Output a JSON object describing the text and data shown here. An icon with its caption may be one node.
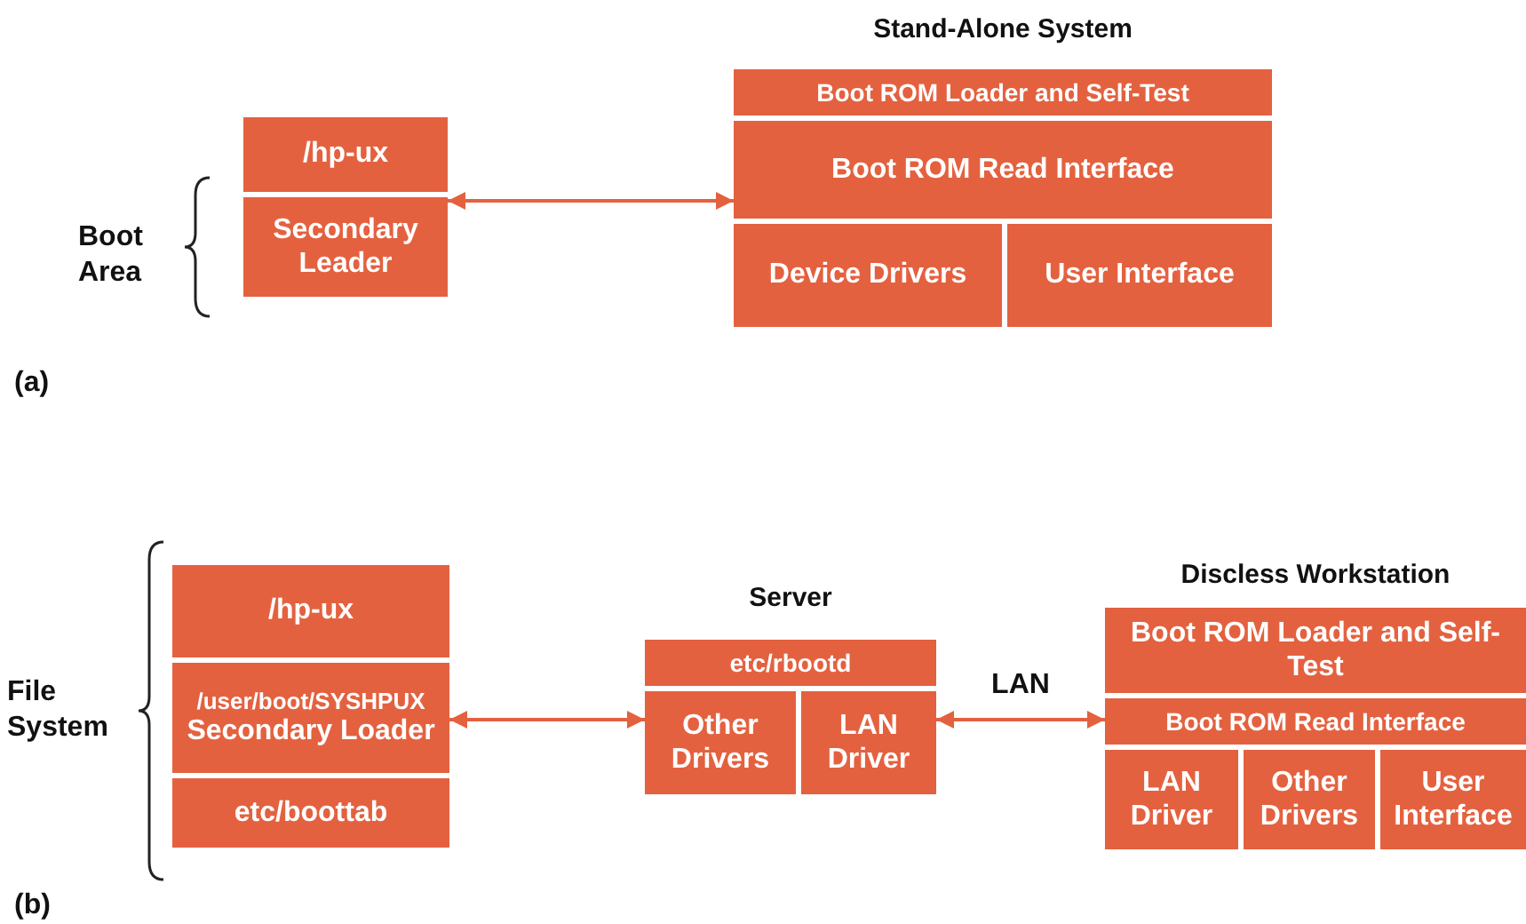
{
  "diagram": {
    "nodes": [
      {
        "text": [
          "Stand-Alone System"
        ]
      },
      {
        "text": [
          "Boot ROM Loader and Self-Test"
        ],
        "in": 0
      },
      {
        "text": [
          "Boot ROM Read Interface"
        ],
        "in": 0
      },
      {
        "text": [
          "Device Drivers"
        ],
        "in": 0
      },
      {
        "text": [
          "User Interface"
        ],
        "in": 0
      },
      {
        "text": [
          "/hp-ux"
        ]
      },
      {
        "text": [
          "Secondary Leader"
        ]
      },
      {
        "text": [
          "/hp-ux"
        ]
      },
      {
        "text": [
          "/user/boot/SYSHPUX",
          "Secondary Loader"
        ]
      },
      {
        "text": [
          "etc/boottab"
        ]
      },
      {
        "text": [
          "Server"
        ]
      },
      {
        "text": [
          "etc/rbootd"
        ],
        "in": 10
      },
      {
        "text": [
          "Other Drivers"
        ],
        "in": 10
      },
      {
        "text": [
          "LAN Driver"
        ],
        "in": 10
      },
      {
        "text": [
          "Discless Workstation"
        ]
      },
      {
        "text": [
          "Boot ROM Loader and Self-Test"
        ],
        "in": 14
      },
      {
        "text": [
          "Boot ROM Read Interface"
        ],
        "in": 14
      },
      {
        "text": [
          "LAN Driver"
        ],
        "in": 14
      },
      {
        "text": [
          "Other Drivers"
        ],
        "in": 14
      },
      {
        "text": [
          "User Interface"
        ],
        "in": 14
      }
    ],
    "edges": [
      {
        "from": 6,
        "to": 2,
        "arrow": "both"
      },
      {
        "from": 8,
        "to": 12,
        "arrow": "both"
      },
      {
        "from": 13,
        "to": 16,
        "arrow": "both",
        "label": "LAN"
      }
    ],
    "labels": [
      "Boot Area",
      "(a)",
      "File System",
      "(b)"
    ]
  }
}
